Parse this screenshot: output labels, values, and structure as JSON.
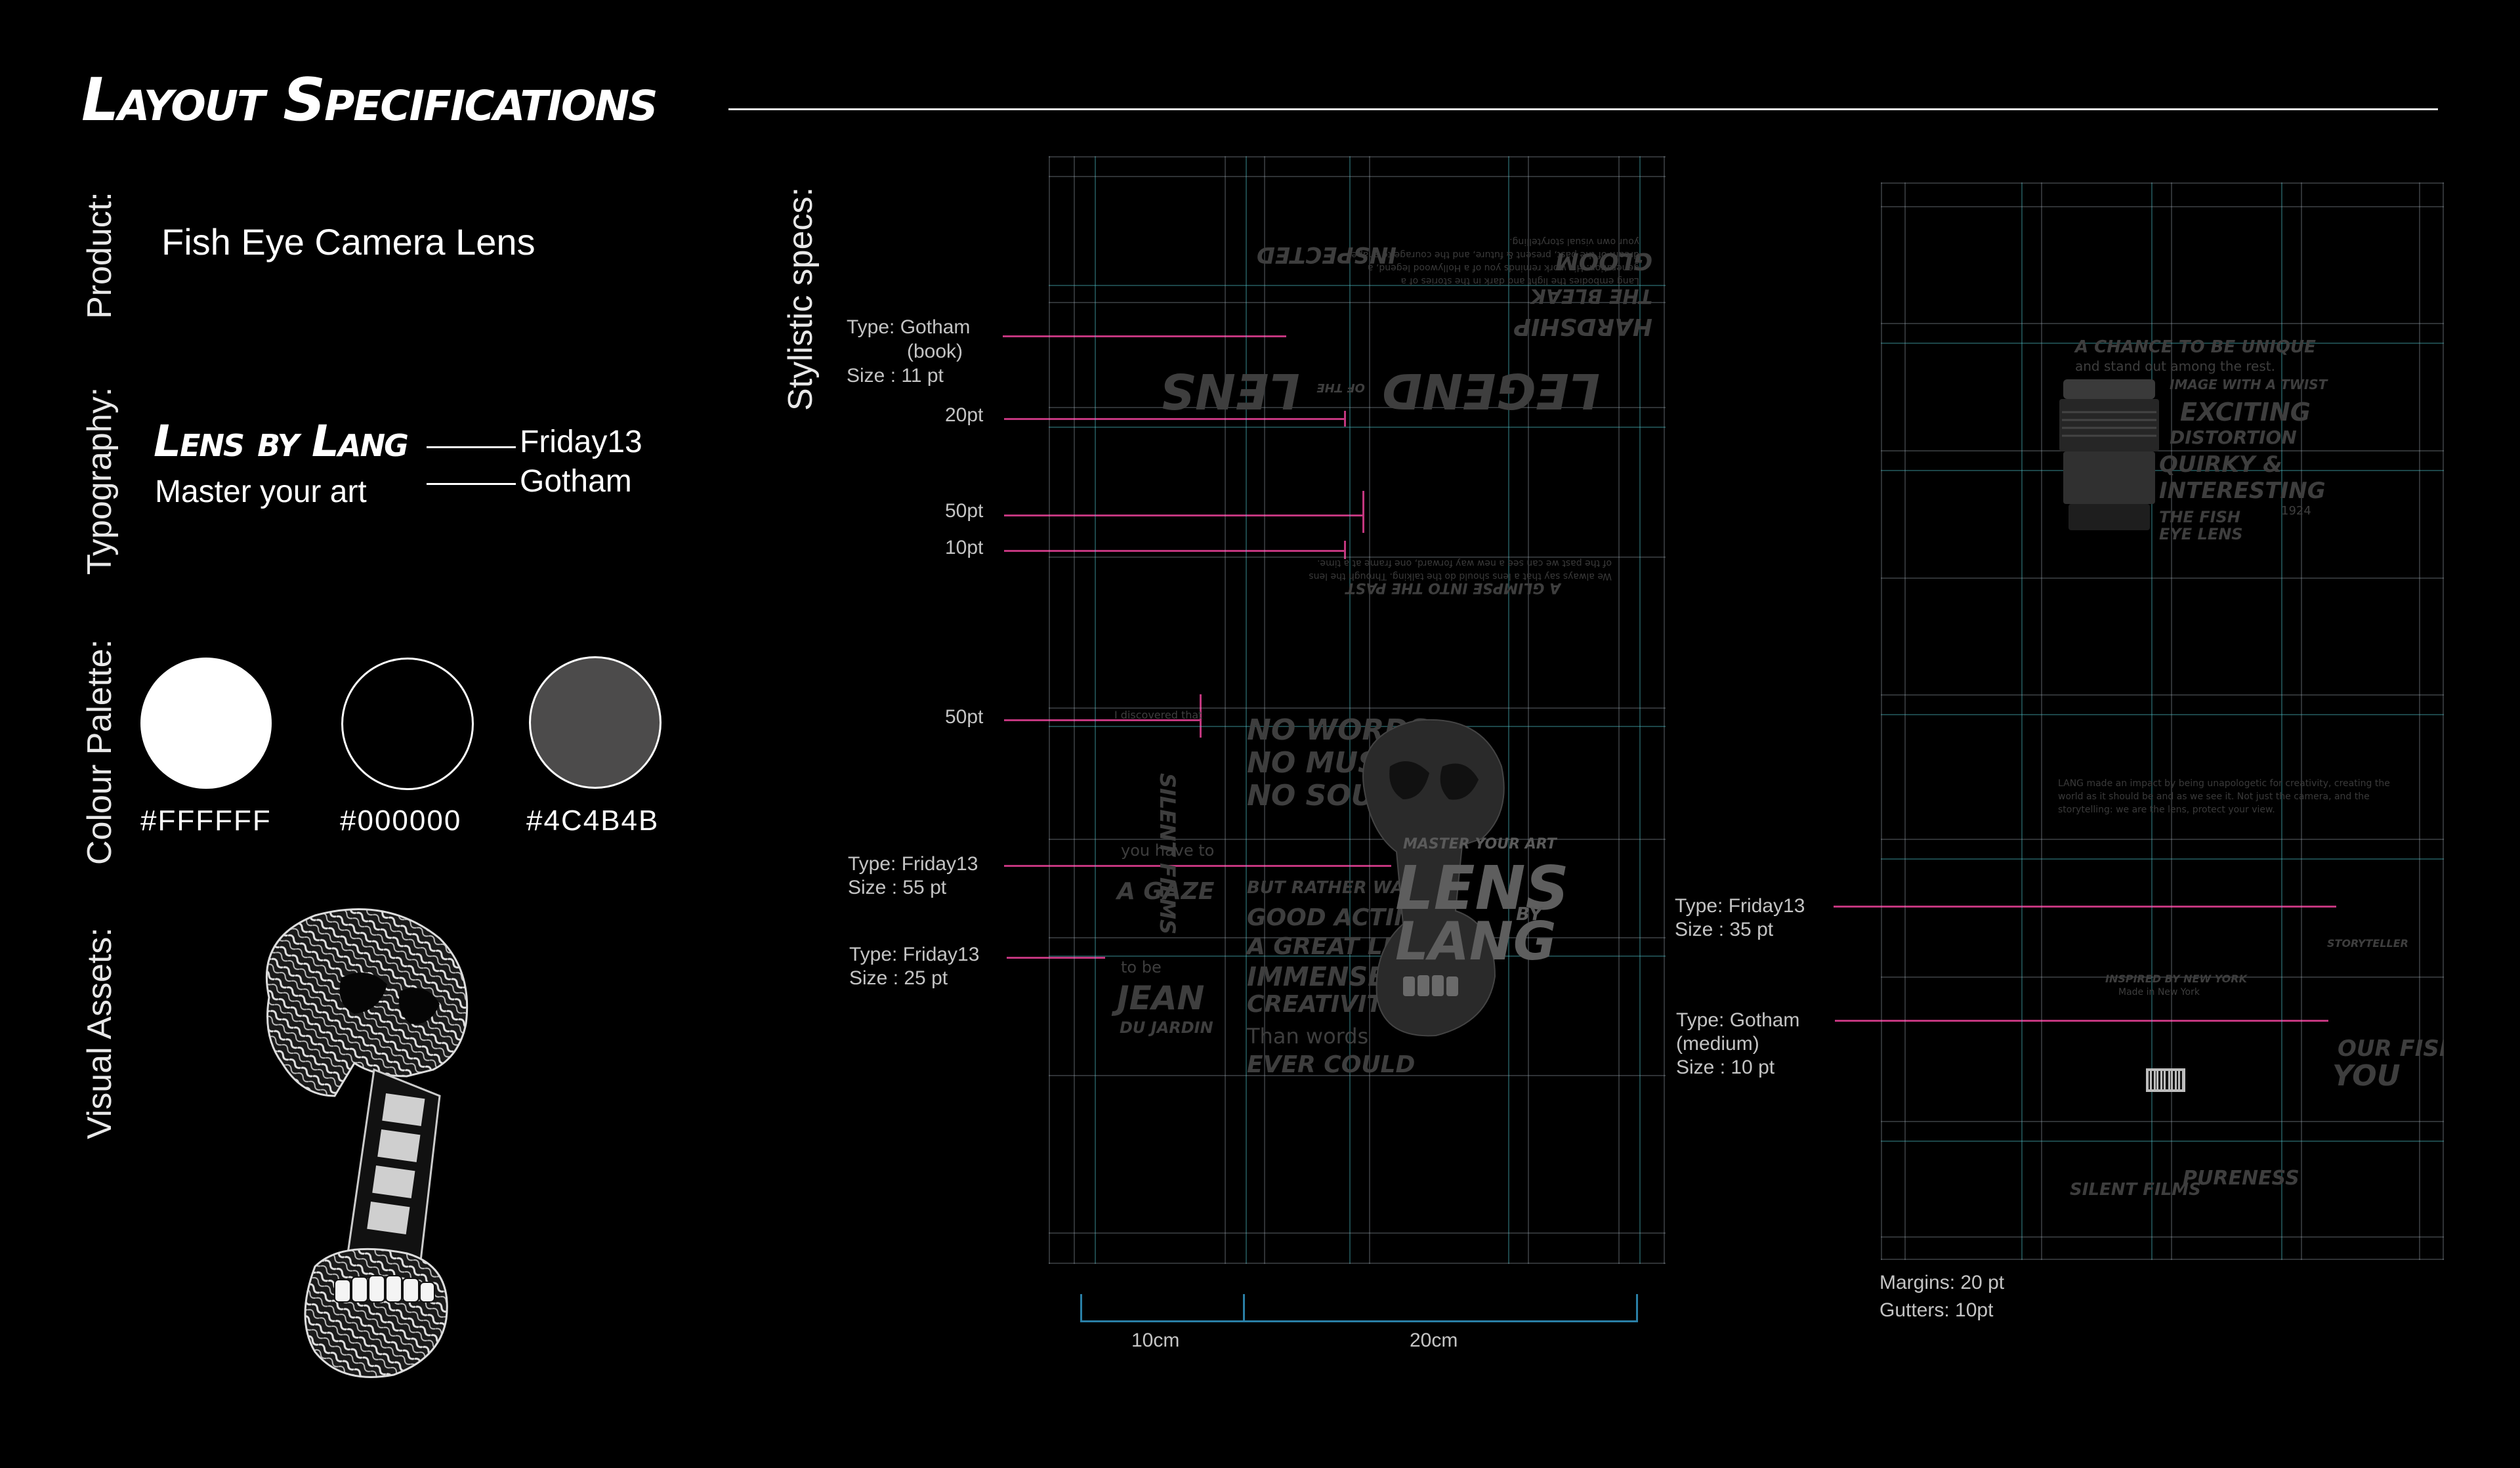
{
  "header": {
    "title": "Layout Specifications"
  },
  "sections": {
    "product": "Product:",
    "typography": "Typography:",
    "palette": "Colour Palette:",
    "assets": "Visual Assets:",
    "stylistic": "Stylistic specs:"
  },
  "product": {
    "name": "Fish Eye Camera Lens"
  },
  "typography": {
    "brand": "Lens by Lang",
    "tagline": "Master your art",
    "font1": "Friday13",
    "font2": "Gotham"
  },
  "palette": {
    "swatches": [
      {
        "hex": "#FFFFFF",
        "label": "#FFFFFF"
      },
      {
        "hex": "#000000",
        "label": "#000000"
      },
      {
        "hex": "#4C4B4B",
        "label": "#4C4B4B"
      }
    ]
  },
  "specs": {
    "gotham_book": [
      "Type: Gotham",
      "(book)",
      "Size : 11 pt"
    ],
    "s20": "20pt",
    "s50a": "50pt",
    "s10": "10pt",
    "s50b": "50pt",
    "friday55": [
      "Type: Friday13",
      "Size : 55 pt"
    ],
    "friday25": [
      "Type: Friday13",
      "Size : 25 pt"
    ],
    "friday35": [
      "Type: Friday13",
      "Size : 35 pt"
    ],
    "gotham_medium": [
      "Type: Gotham",
      "(medium)",
      "Size : 10 pt"
    ],
    "dim10": "10cm",
    "dim20": "20cm",
    "margins": "Margins: 20 pt",
    "gutters": "Gutters: 10pt"
  },
  "poster1": {
    "headline": "LEGEND",
    "of_the": "OF THE",
    "lens": "LENS",
    "glimpse": "A GLIMPSE INTO THE PAST",
    "no_words": "NO WORDS",
    "no_music": "NO MUSIC",
    "no_sound": "NO SOUND",
    "master": "MASTER YOUR ART",
    "lens_big": "LENS",
    "by": "BY",
    "lang": "LANG",
    "silent_films": "SILENT FILMS",
    "a_gaze": "A GAZE",
    "jean": "JEAN",
    "du_jardin": "DU JARDIN",
    "good_acting": "GOOD ACTING",
    "great_lens": "A GREAT LENS",
    "immense": "IMMENSE",
    "creativity": "CREATIVITY",
    "than_words": "Than words",
    "ever_could": "EVER COULD",
    "you_have_to": "you have to",
    "to_be": "to be",
    "i_discovered": "I discovered that",
    "but_rather": "BUT RATHER WAS",
    "inspected": "INSPECTED",
    "hardship": "HARDSHIP",
    "the_bleak": "THE BLEAK",
    "gloom": "GLOOM"
  },
  "poster2": {
    "chance": "A CHANCE TO BE UNIQUE",
    "stand_out": "and stand out among the rest.",
    "image_twist": "IMAGE WITH A TWIST",
    "exciting": "EXCITING",
    "distortion": "DISTORTION",
    "quirky": "QUIRKY &",
    "interesting": "INTERESTING",
    "year": "1924",
    "the_fish": "THE FISH",
    "eye_lens": "EYE LENS",
    "inspired": "INSPIRED BY NEW YORK",
    "made_in": "Made in New York",
    "silent_films": "SILENT FILMS",
    "pureness": "PURENESS",
    "you": "YOU",
    "our_fish": "OUR FISH",
    "storyteller": "STORYTELLER"
  }
}
